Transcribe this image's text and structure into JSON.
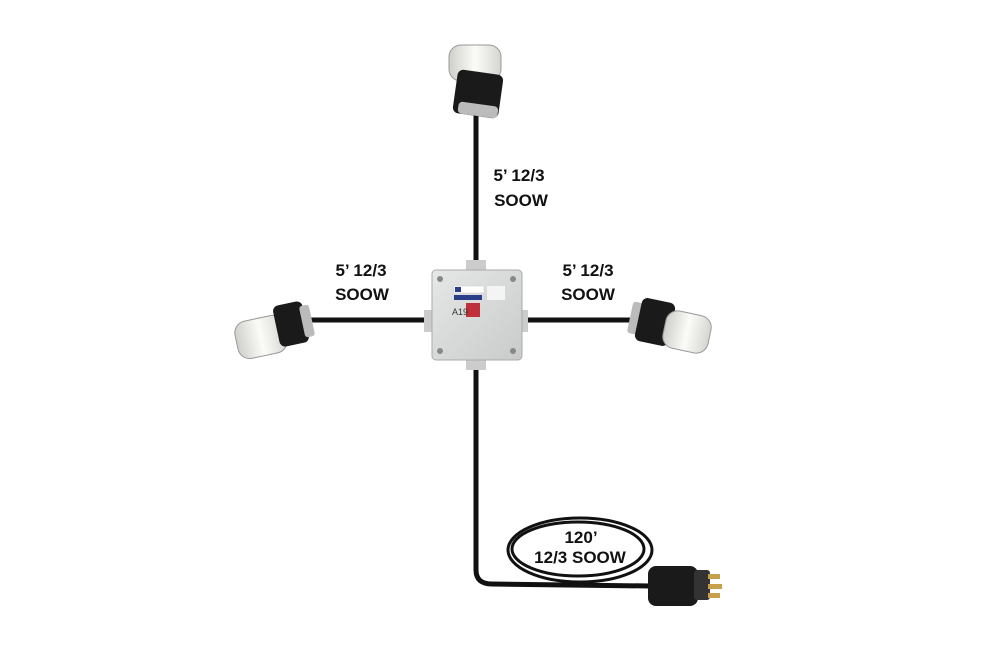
{
  "labels": {
    "top": {
      "line1": "5’ 12/3",
      "line2": "SOOW"
    },
    "left": {
      "line1": "5’ 12/3",
      "line2": "SOOW"
    },
    "right": {
      "line1": "5’ 12/3",
      "line2": "SOOW"
    },
    "bottom": {
      "line1": "120’",
      "line2": "12/3 SOOW"
    }
  },
  "box": {
    "marking": "A19"
  },
  "colors": {
    "cable": "#111111",
    "box": "#dcdedd",
    "connector_body": "#1a1a1a",
    "connector_face": "#f2f2ee"
  }
}
